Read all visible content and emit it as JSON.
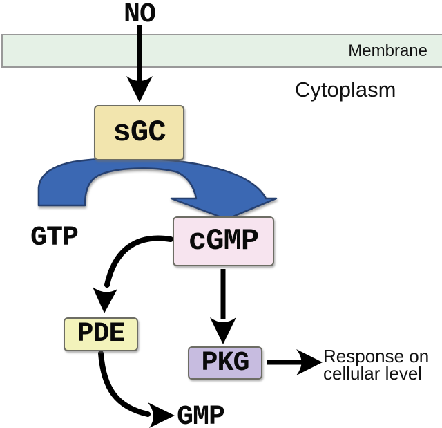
{
  "figure": {
    "regions": {
      "membrane_label": "Membrane",
      "cytoplasm_label": "Cytoplasm"
    },
    "molecules": {
      "no": "NO",
      "gtp": "GTP",
      "gmp": "GMP"
    },
    "nodes": {
      "sgc": {
        "label": "sGC",
        "fill": "#f2e5ae"
      },
      "cgmp": {
        "label": "cGMP",
        "fill": "#f7e4ef"
      },
      "pde": {
        "label": "PDE",
        "fill": "#f3f3bb"
      },
      "pkg": {
        "label": "PKG",
        "fill": "#c7bce0"
      }
    },
    "response": {
      "line1": "Response on",
      "line2": "cellular level"
    },
    "colors": {
      "membrane_fill": "#e5f1e6",
      "membrane_border": "#999999",
      "box_border": "#6d6d64",
      "black_arrow": "#000000",
      "blue_arrow_fill": "#3a67b3",
      "blue_arrow_stroke": "#26406f"
    },
    "arrows": [
      {
        "name": "no-to-sgc",
        "from": "NO",
        "to": "sGC"
      },
      {
        "name": "gtp-to-cgmp-via-sgc",
        "from": "GTP",
        "to": "cGMP",
        "style": "blue-band"
      },
      {
        "name": "cgmp-to-pde",
        "from": "cGMP",
        "to": "PDE"
      },
      {
        "name": "cgmp-to-pkg",
        "from": "cGMP",
        "to": "PKG"
      },
      {
        "name": "pde-to-gmp",
        "from": "PDE",
        "to": "GMP"
      },
      {
        "name": "pkg-to-response",
        "from": "PKG",
        "to": "Response on cellular level"
      }
    ]
  }
}
